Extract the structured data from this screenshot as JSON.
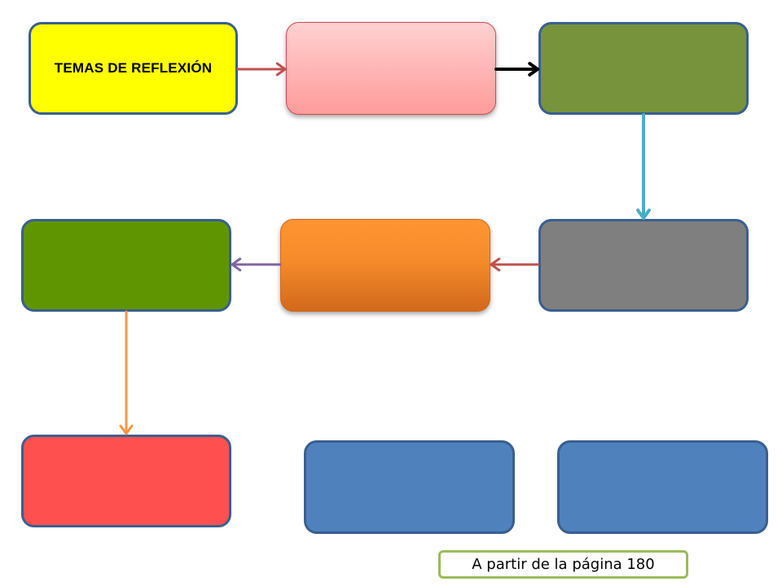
{
  "diagram": {
    "title": "TEMAS DE REFLEXIÓN",
    "page_note": "A partir de la página 180"
  },
  "colors": {
    "title_box": "#ffff00",
    "pink_box": "#ffb3b3",
    "olive_box": "#77933c",
    "grey_box": "#7f7f7f",
    "orange_box": "#f58b2a",
    "green_box": "#5f9600",
    "red_box": "#ff5050",
    "blue_box": "#4f81bd",
    "box_border": "#3a5f8f",
    "arrow_red": "#c0504d",
    "arrow_black": "#000000",
    "arrow_cyan": "#4bacc6",
    "arrow_purple": "#8064a2",
    "arrow_orange": "#f79646",
    "note_border": "#9bbb59"
  },
  "connectors": [
    {
      "from": "title-box",
      "to": "pink-box",
      "color": "arrow_red"
    },
    {
      "from": "pink-box",
      "to": "olive-box",
      "color": "arrow_black"
    },
    {
      "from": "olive-box",
      "to": "grey-box",
      "color": "arrow_cyan"
    },
    {
      "from": "grey-box",
      "to": "orange-box",
      "color": "arrow_red"
    },
    {
      "from": "orange-box",
      "to": "green-box",
      "color": "arrow_purple"
    },
    {
      "from": "green-box",
      "to": "red-box",
      "color": "arrow_orange"
    }
  ]
}
